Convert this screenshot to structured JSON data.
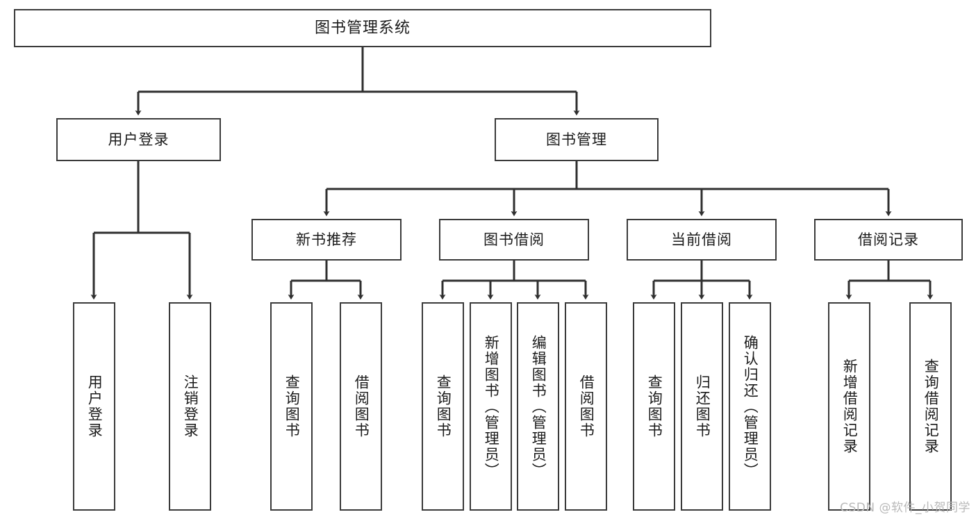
{
  "diagram": {
    "title": "图书管理系统",
    "type": "tree",
    "line_color": "#3a3a3a",
    "box_fill": "#ffffff",
    "text_color": "#1b1b1b"
  },
  "nodes": {
    "root": {
      "label": "图书管理系统"
    },
    "level2": [
      {
        "label": "用户登录"
      },
      {
        "label": "图书管理"
      }
    ],
    "level3": [
      {
        "label": "新书推荐"
      },
      {
        "label": "图书借阅"
      },
      {
        "label": "当前借阅"
      },
      {
        "label": "借阅记录"
      }
    ],
    "leaves": {
      "user_login": [
        {
          "label": "用户登录"
        },
        {
          "label": "注销登录"
        }
      ],
      "new_book": [
        {
          "label": "查询图书"
        },
        {
          "label": "借阅图书"
        }
      ],
      "book_borrow": [
        {
          "label": "查询图书"
        },
        {
          "label": "新增图书（管理员）"
        },
        {
          "label": "编辑图书（管理员）"
        },
        {
          "label": "借阅图书"
        }
      ],
      "current_borrow": [
        {
          "label": "查询图书"
        },
        {
          "label": "归还图书"
        },
        {
          "label": "确认归还（管理员）"
        }
      ],
      "borrow_record": [
        {
          "label": "新增借阅记录"
        },
        {
          "label": "查询借阅记录"
        }
      ]
    }
  },
  "watermark": {
    "text": "CSDN @软件_小贺同学"
  }
}
